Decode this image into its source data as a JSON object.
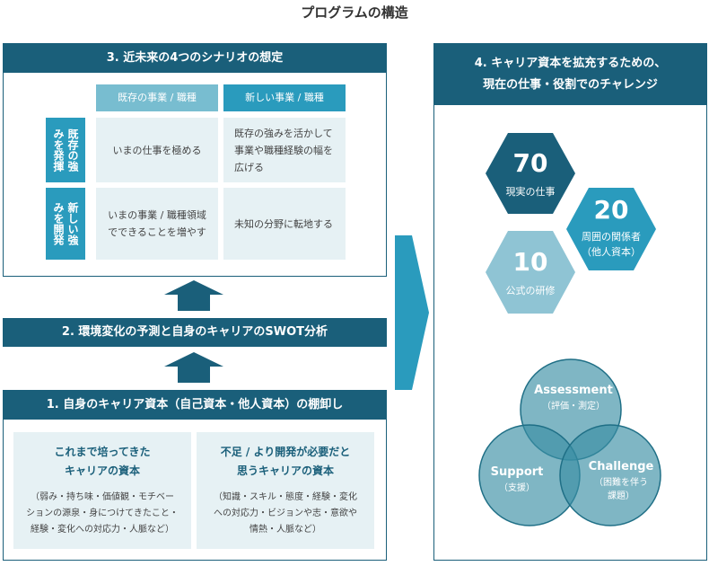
{
  "title": "プログラムの構造",
  "box3": {
    "header": "3. 近未来の4つのシナリオの想定",
    "col_existing": "既存の事業 / 職種",
    "col_new": "新しい事業 / 職種",
    "row1_label_a": "既存の強",
    "row1_label_b": "みを発揮",
    "row2_label_a": "新しい強",
    "row2_label_b": "みを開発",
    "cell_11": "いまの仕事を極める",
    "cell_12_l1": "既存の強みを活かして",
    "cell_12_l2": "事業や職種経験の幅を",
    "cell_12_l3": "広げる",
    "cell_21_l1": "いまの事業 / 職種領域",
    "cell_21_l2": "でできることを増やす",
    "cell_22": "未知の分野に転地する"
  },
  "box2": {
    "header": "2. 環境変化の予測と自身のキャリアのSWOT分析"
  },
  "box1": {
    "header": "1. 自身のキャリア資本（自己資本・他人資本）の棚卸し",
    "left_title_l1": "これまで培ってきた",
    "left_title_l2": "キャリアの資本",
    "left_body_l1": "（弱み・持ち味・価値観・モチベー",
    "left_body_l2": "ションの源泉・身につけてきたこと・",
    "left_body_l3": "経験・変化への対応力・人脈など）",
    "right_title_l1": "不足 / より開発が必要だと",
    "right_title_l2": "思うキャリアの資本",
    "right_body_l1": "（知識・スキル・態度・経験・変化",
    "right_body_l2": "への対応力・ビジョンや志・意欲や",
    "right_body_l3": "情熱・人脈など）"
  },
  "box4": {
    "header_l1": "4. キャリア資本を拡充するための、",
    "header_l2": "現在の仕事・役割でのチャレンジ",
    "hex": [
      {
        "number": "70",
        "label_l1": "現実の仕事",
        "label_l2": ""
      },
      {
        "number": "20",
        "label_l1": "周囲の関係者",
        "label_l2": "（他人資本）"
      },
      {
        "number": "10",
        "label_l1": "公式の研修",
        "label_l2": ""
      }
    ],
    "venn": [
      {
        "name": "Assessment",
        "sub_l1": "（評価・測定）",
        "sub_l2": ""
      },
      {
        "name": "Support",
        "sub_l1": "（支援）",
        "sub_l2": ""
      },
      {
        "name": "Challenge",
        "sub_l1": "（困難を伴う",
        "sub_l2": "課題）"
      }
    ]
  },
  "colors": {
    "dark": "#1a5f7a",
    "mid": "#2a9bbd",
    "light_head": "#78bdd0",
    "hex_light": "#8fc4d4",
    "cell_bg": "#e6f1f4",
    "venn": "#3a8fa5"
  }
}
